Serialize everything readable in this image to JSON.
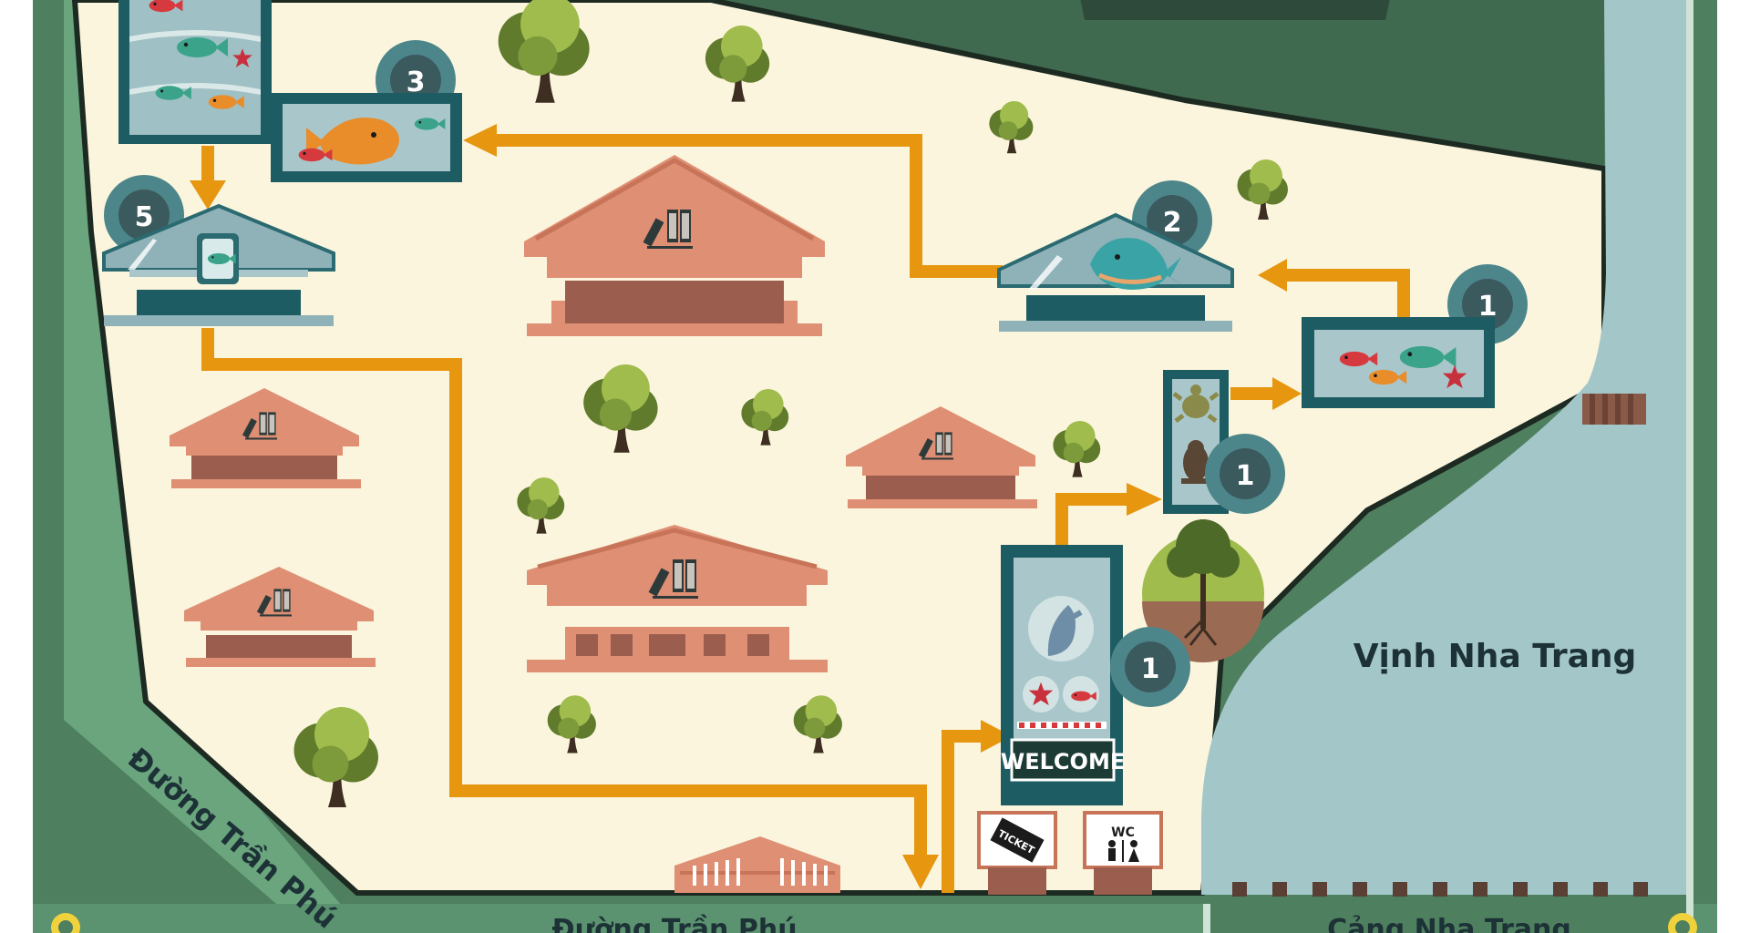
{
  "map": {
    "title": "",
    "labels": {
      "bay": "Vịnh Nha Trang",
      "road_bottom": "Đường Trần Phú",
      "road_diagonal": "Đường Trần Phú",
      "port": "Cảng Nha Trang"
    },
    "signs": {
      "welcome": "WELCOME",
      "ticket": "TICKET",
      "wc": "WC"
    },
    "stop_numbers": {
      "tank_top_left": "3",
      "dome_left": "5",
      "dome_whale": "2",
      "tank_right": "1",
      "turtle_tank": "1",
      "entrance_tank": "1"
    },
    "colors": {
      "ground": "#fbf5dd",
      "border_green": "#4e7f5f",
      "dark_green": "#3f6a50",
      "road_green": "#6aa57e",
      "water": "#a3c6c9",
      "path_orange": "#e6960f",
      "building_salmon": "#df8f74",
      "building_dark": "#9b5e4e",
      "tank_teal": "#1d5c62",
      "badge_teal": "#4d868a",
      "tree_dark": "#5f7b2b",
      "tree_light": "#9fbc4d",
      "trunk": "#3e2e22"
    },
    "icons": [
      "fish-icon",
      "whale-icon",
      "shark-icon",
      "turtle-icon",
      "seal-icon",
      "starfish-icon",
      "books-icon",
      "tree-icon",
      "mangrove-icon",
      "ticket-icon",
      "wc-icon",
      "pier-icon"
    ]
  }
}
